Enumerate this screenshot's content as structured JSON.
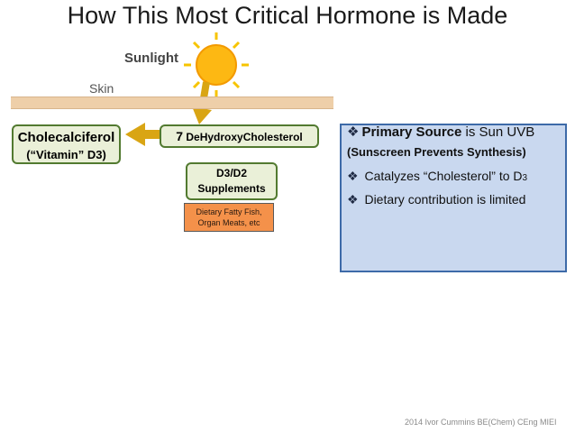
{
  "title": "How This Most Critical Hormone is Made",
  "labels": {
    "sunlight": "Sunlight",
    "skin": "Skin"
  },
  "boxes": {
    "cholecalciferol": {
      "line1": "Cholecalciferol",
      "line2": "(“Vitamin” D3)"
    },
    "dehydro": {
      "number": "7",
      "text": "DeHydroxyCholesterol"
    },
    "supplements": {
      "line1": "D3/D2",
      "line2": "Supplements"
    },
    "dietary": {
      "line1": "Dietary Fatty Fish,",
      "line2": "Organ Meats, etc"
    }
  },
  "panel": {
    "line1_bold": "Primary Source",
    "line1_rest": "is Sun UVB",
    "line2": "(Sunscreen Prevents Synthesis)",
    "line3_main": "Catalyzes “Cholesterol” to D",
    "line3_sub": "3",
    "line4": "Dietary contribution is limited"
  },
  "footer": "2014 Ivor Cummins BE(Chem) CEng MIEI",
  "colors": {
    "box_border": "#527a30",
    "box_fill": "#eaf0d8",
    "arrow": "#d9a514",
    "panel_fill": "#c9d8ef",
    "panel_border": "#3d6aa8",
    "diet_fill": "#f4914a"
  }
}
